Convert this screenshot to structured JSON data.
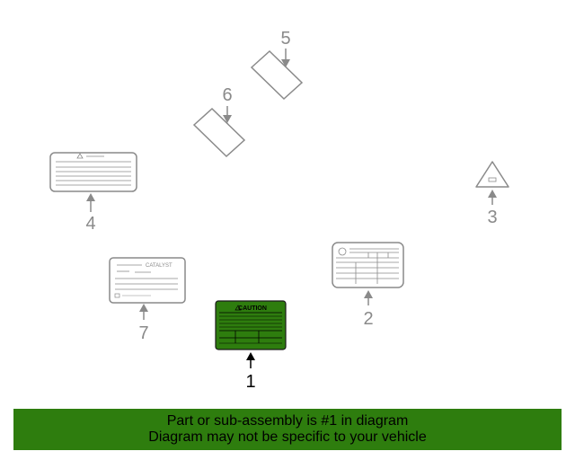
{
  "diagram": {
    "callouts": [
      "1",
      "2",
      "3",
      "4",
      "5",
      "6",
      "7"
    ],
    "highlighted_part": "1",
    "highlight_color": "#2e7d0e",
    "part_stroke_color": "#8a8a8a",
    "label_texts": {
      "caution": "CAUTION",
      "catalyst": "CATALYST"
    }
  },
  "banner": {
    "line1": "Part or sub-assembly is #1 in diagram",
    "line2": "Diagram may not be specific to your vehicle",
    "background_color": "#2e7d0e"
  }
}
